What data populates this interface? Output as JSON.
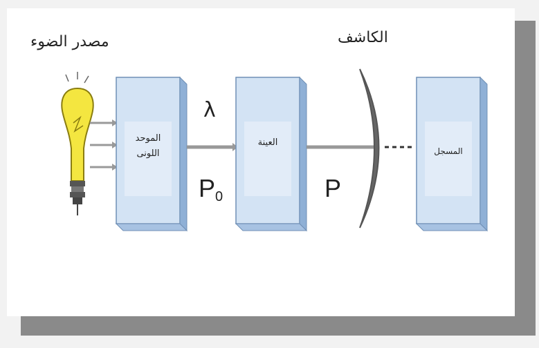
{
  "labels": {
    "source": "مصدر الضوء",
    "detector": "الكاشف",
    "lambda": "λ",
    "p0_main": "P",
    "p0_sub": "0",
    "p": "P"
  },
  "boxes": {
    "monochromator_line1": "الموحد",
    "monochromator_line2": "اللونى",
    "sample": "العينة",
    "recorder": "المسجل"
  },
  "colors": {
    "box_face": "#d3e3f4",
    "box_inner": "#e2ecf8",
    "box_side": "#8fb0d6",
    "bulb": "#f4e640",
    "shadow": "#8a8a8a"
  }
}
